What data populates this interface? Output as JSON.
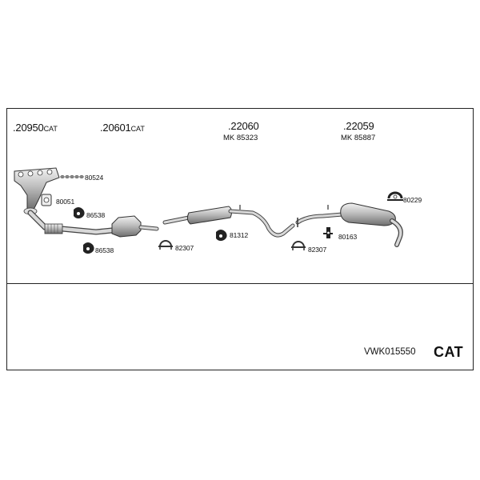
{
  "assemblies": [
    {
      "number": ".20950",
      "suffix": "CAT"
    },
    {
      "number": ".20601",
      "suffix": "CAT"
    },
    {
      "number": ".22060",
      "suffix": "",
      "mk": "MK 85323"
    },
    {
      "number": ".22059",
      "suffix": "",
      "mk": "MK 85887"
    }
  ],
  "part_labels": {
    "bolts": "80524",
    "gasket_small": "80051",
    "hanger_upper": "86538",
    "hanger_lower": "86538",
    "clamp_front": "82307",
    "hanger_mid": "81312",
    "clamp_rear": "82307",
    "hanger_rear": "80163",
    "tailpipe_ring": "80229"
  },
  "set_code": "VWK015550",
  "footer_label": "CAT"
}
